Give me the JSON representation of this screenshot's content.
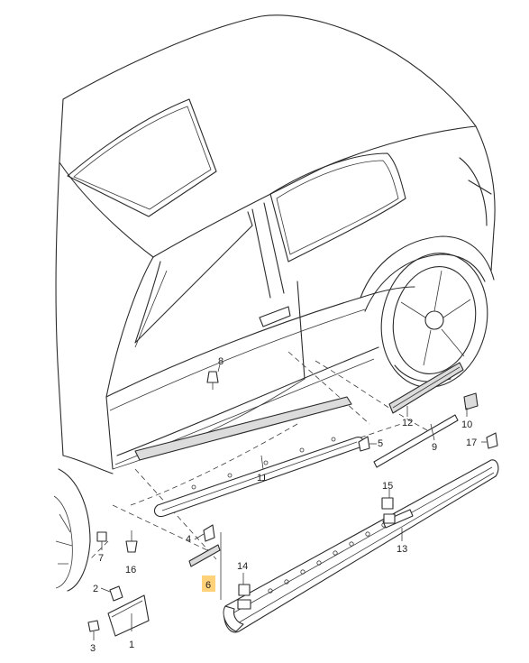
{
  "diagram": {
    "highlight_color": "#ffd27a",
    "line_color": "#2b2b2b",
    "highlighted_callout": "6",
    "callouts": [
      {
        "id": "c1",
        "label": "1"
      },
      {
        "id": "c2",
        "label": "2"
      },
      {
        "id": "c3",
        "label": "3"
      },
      {
        "id": "c4",
        "label": "4"
      },
      {
        "id": "c5",
        "label": "5"
      },
      {
        "id": "c6",
        "label": "6"
      },
      {
        "id": "c7",
        "label": "7"
      },
      {
        "id": "c8",
        "label": "8"
      },
      {
        "id": "c9",
        "label": "9"
      },
      {
        "id": "c10",
        "label": "10"
      },
      {
        "id": "c11",
        "label": "11"
      },
      {
        "id": "c12",
        "label": "12"
      },
      {
        "id": "c13",
        "label": "13"
      },
      {
        "id": "c14",
        "label": "14"
      },
      {
        "id": "c15",
        "label": "15"
      },
      {
        "id": "c16",
        "label": "16"
      },
      {
        "id": "c17",
        "label": "17"
      }
    ]
  }
}
